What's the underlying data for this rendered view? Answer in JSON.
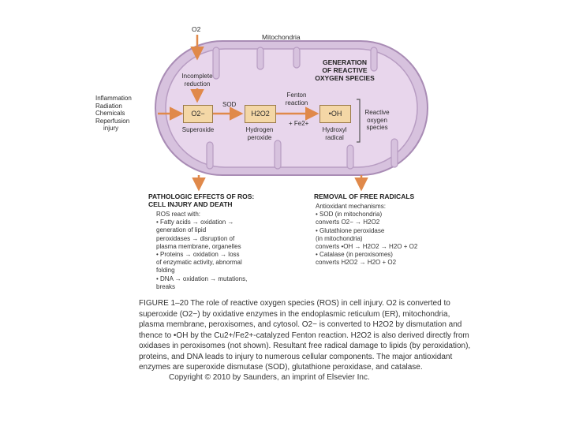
{
  "diagram": {
    "o2_top": "O2",
    "mitochondria": "Mitochondria",
    "generation_title": [
      "GENERATION",
      "OF REACTIVE",
      "OXYGEN SPECIES"
    ],
    "incomplete_reduction": [
      "Incomplete",
      "reduction"
    ],
    "causes": [
      "Inflammation",
      "Radiation",
      "Chemicals",
      "Reperfusion",
      "injury"
    ],
    "superoxide_box": "O2−",
    "sod": "SOD",
    "h2o2_box": "H2O2",
    "fenton": [
      "Fenton",
      "reaction"
    ],
    "oh_box": "•OH",
    "fe": "+ Fe2+",
    "superoxide_label": "Superoxide",
    "hydrogen_peroxide_label": [
      "Hydrogen",
      "peroxide"
    ],
    "hydroxyl_label": [
      "Hydroxyl",
      "radical"
    ],
    "ros_label": [
      "Reactive",
      "oxygen",
      "species"
    ]
  },
  "pathologic": {
    "title": [
      "PATHOLOGIC EFFECTS OF ROS:",
      "CELL INJURY AND DEATH"
    ],
    "lines": [
      "ROS react with:",
      "• Fatty acids → oxidation →",
      "   generation of lipid",
      "   peroxidases → disruption of",
      "   plasma membrane, organelles",
      "• Proteins → oxidation → loss",
      "   of enzymatic activity, abnormal",
      "   folding",
      "• DNA → oxidation → mutations,",
      "   breaks"
    ]
  },
  "removal": {
    "title": "REMOVAL OF FREE RADICALS",
    "lines": [
      "Antioxidant mechanisms:",
      "• SOD (in mitochondria)",
      "   converts O2− → H2O2",
      "• Glutathione peroxidase",
      "   (in mitochondria)",
      "   converts •OH → H2O2 → H2O + O2",
      "• Catalase (in peroxisomes)",
      "   converts H2O2 → H2O + O2"
    ]
  },
  "caption": {
    "lines": [
      "FIGURE 1–20 The role of reactive oxygen species (ROS) in cell injury. O2 is converted to",
      "superoxide (O2−) by oxidative enzymes in the endoplasmic reticulum (ER), mitochondria,",
      "plasma membrane, peroxisomes, and cytosol. O2− is converted to H2O2 by dismutation and",
      "thence to •OH by the Cu2+/Fe2+-catalyzed Fenton reaction. H2O2 is also derived directly from",
      "oxidases in peroxisomes (not shown). Resultant free radical damage to lipids (by peroxidation),",
      "proteins, and DNA leads to injury to numerous cellular components. The major antioxidant",
      "enzymes are superoxide dismutase (SOD), glutathione peroxidase, and catalase."
    ]
  },
  "copyright": "Copyright © 2010 by Saunders, an imprint of Elsevier Inc.",
  "colors": {
    "mito_fill": "#dcc9e2",
    "mito_inner": "#ead8ee",
    "mito_edge": "#a98cb5",
    "box_fill": "#f4d7a6",
    "arrow": "#e0894a"
  }
}
